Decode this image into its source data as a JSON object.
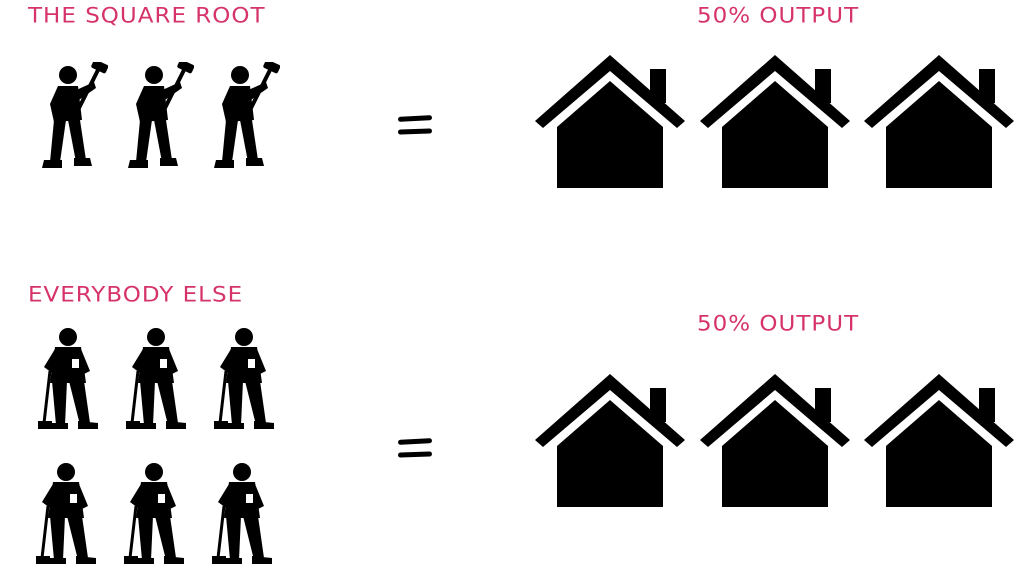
{
  "rows": {
    "top": {
      "group_label": "THE SQUARE ROOT",
      "output_label": "50% OUTPUT",
      "equals_symbol": "=",
      "worker_icon": "hammer-worker-icon",
      "worker_count": 3,
      "house_count": 3
    },
    "bottom": {
      "group_label": "EVERYBODY ELSE",
      "output_label": "50% OUTPUT",
      "equals_symbol": "=",
      "worker_icon": "idle-worker-icon",
      "worker_count": 6,
      "house_count": 3
    }
  },
  "colors": {
    "label": "#d6336c",
    "silhouette": "#000000",
    "background": "#ffffff"
  }
}
